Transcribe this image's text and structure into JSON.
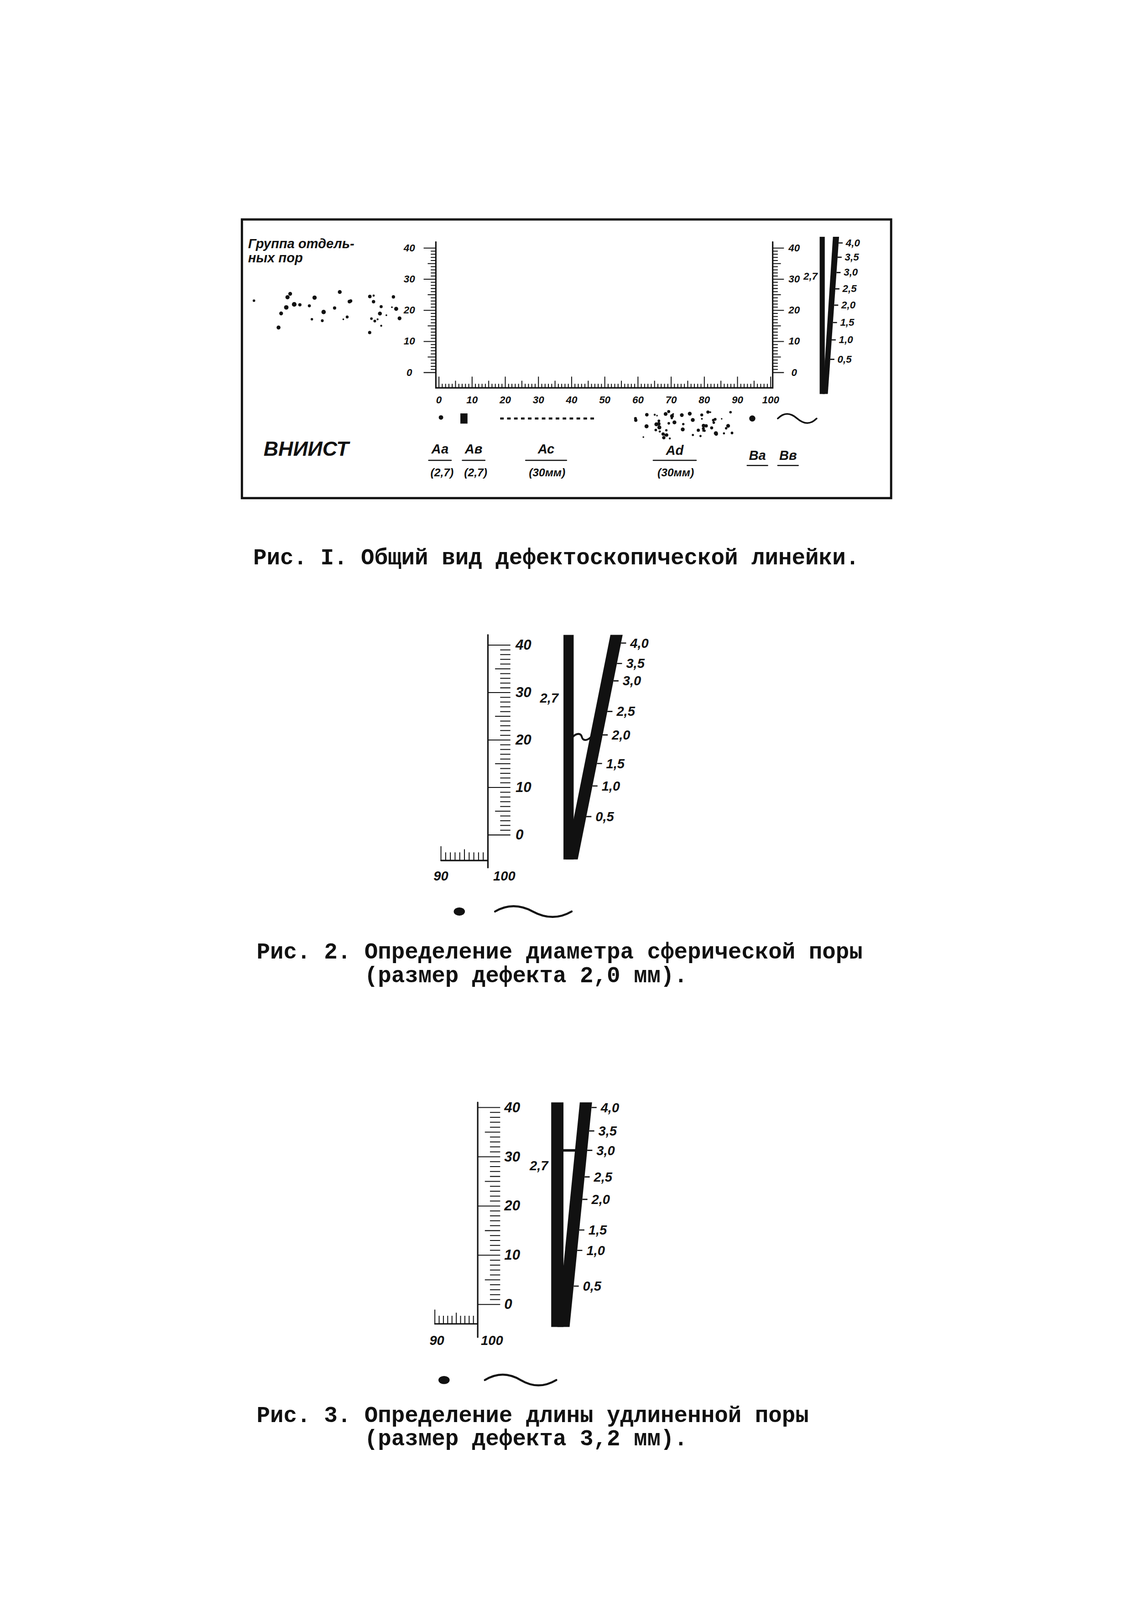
{
  "diagram": {
    "labels": [
      "Группа отдель- ных пор",
      "40",
      "30",
      "20",
      "10",
      "0",
      "0",
      "10",
      "20",
      "30",
      "40",
      "50",
      "60",
      "70",
      "80",
      "90",
      "100",
      "40",
      "30",
      "20",
      "10",
      "0",
      "2,7",
      "4,0",
      "3,5",
      "3,0",
      "2,5",
      "2,0",
      "1,5",
      "1,0",
      "0,5",
      "ВНИИСТ",
      "Аа",
      "(2,7)",
      "Ав",
      "(2,7)",
      "Ас",
      "(30мм)",
      "Аd",
      "(30мм)",
      "Ва",
      "Вв",
      "Рис. I. Общий вид дефектоскопической линейки.",
      "40",
      "30",
      "20",
      "10",
      "0",
      "90",
      "100",
      "2,7",
      "4,0",
      "3,5",
      "3,0",
      "2,5",
      "2,0",
      "1,5",
      "1,0",
      "0,5",
      "Рис. 2. Определение диаметра сферической поры (размер дефекта 2,0 мм).",
      "40",
      "30",
      "20",
      "10",
      "0",
      "90",
      "100",
      "2,7",
      "4,0",
      "3,5",
      "3,0",
      "2,5",
      "2,0",
      "1,5",
      "1,0",
      "0,5",
      "Рис. 3. Определение длины удлиненной поры (размер дефекта 3,2 мм)."
    ]
  }
}
